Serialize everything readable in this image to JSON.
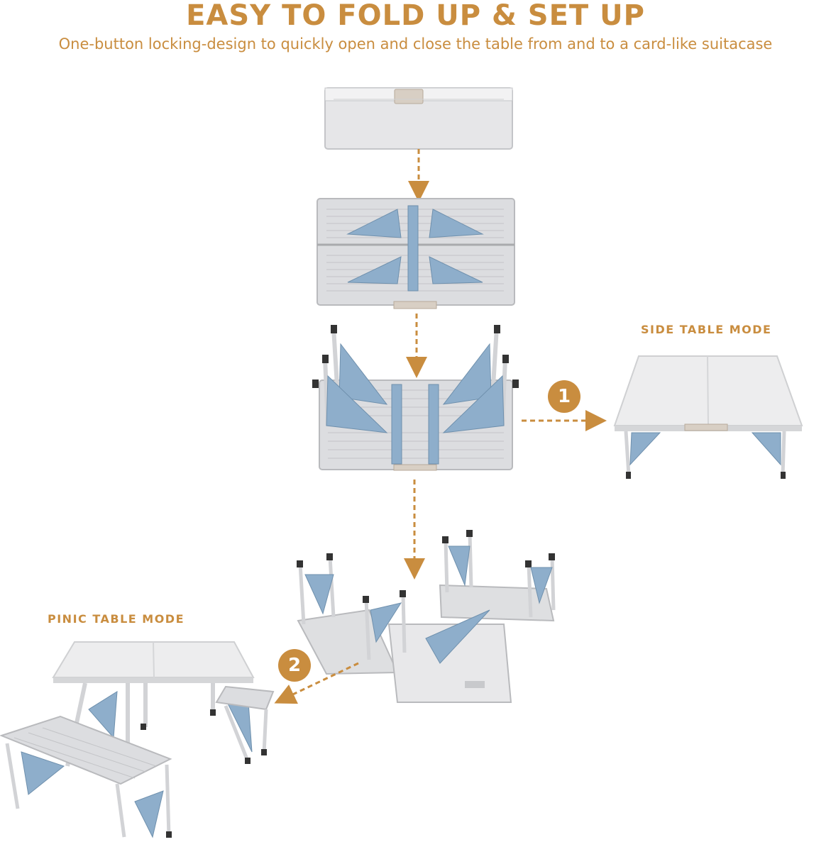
{
  "header": {
    "title": "EASY TO FOLD UP & SET UP",
    "subtitle": "One-button locking-design to quickly open and close the table from and to a card-like suitacase"
  },
  "modes": {
    "side_table": "SIDE TABLE MODE",
    "picnic_table": "PINIC TABLE MODE"
  },
  "steps": {
    "side_table_step": "1",
    "picnic_table_step": "2"
  },
  "colors": {
    "accent": "#c98d3f",
    "frame_blue": "#8eaecb",
    "aluminum": "#d9dadc"
  }
}
